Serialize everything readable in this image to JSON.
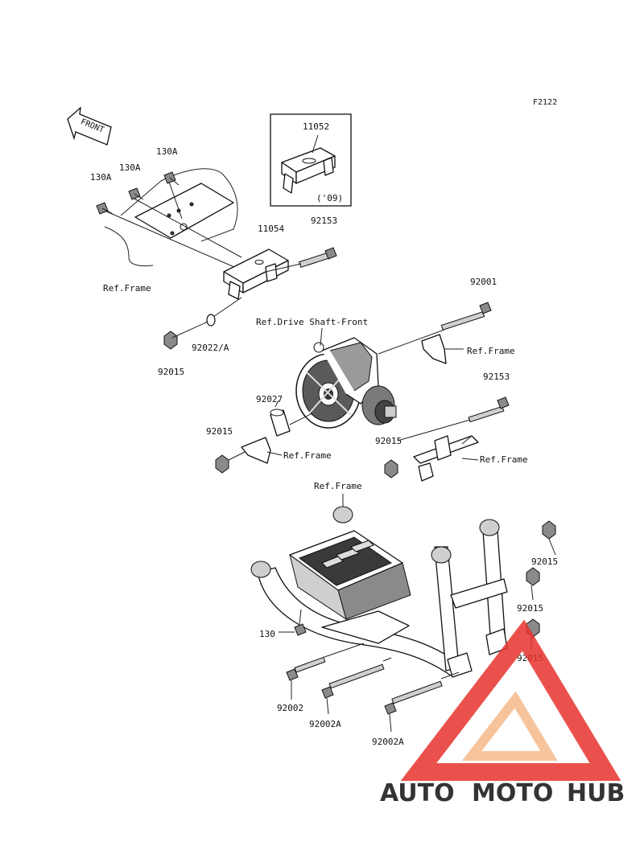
{
  "diagram": {
    "code": "F2122",
    "front_label": "FRONT",
    "inset_year": "('09)",
    "parts": [
      {
        "id": "p11052",
        "label": "11052"
      },
      {
        "id": "p130A_1",
        "label": "130A"
      },
      {
        "id": "p130A_2",
        "label": "130A"
      },
      {
        "id": "p130A_3",
        "label": "130A"
      },
      {
        "id": "p11054",
        "label": "11054"
      },
      {
        "id": "p92153_1",
        "label": "92153"
      },
      {
        "id": "p92001",
        "label": "92001"
      },
      {
        "id": "p92022A",
        "label": "92022/A"
      },
      {
        "id": "p92015_1",
        "label": "92015"
      },
      {
        "id": "p92027",
        "label": "92027"
      },
      {
        "id": "p92015_2",
        "label": "92015"
      },
      {
        "id": "p92153_2",
        "label": "92153"
      },
      {
        "id": "p92015_3",
        "label": "92015"
      },
      {
        "id": "p92015_4",
        "label": "92015"
      },
      {
        "id": "p92015_5",
        "label": "92015"
      },
      {
        "id": "p92015_6",
        "label": "92015"
      },
      {
        "id": "p130",
        "label": "130"
      },
      {
        "id": "p92002",
        "label": "92002"
      },
      {
        "id": "p92002A_1",
        "label": "92002A"
      },
      {
        "id": "p92002A_2",
        "label": "92002A"
      }
    ],
    "refs": [
      {
        "id": "r_frame_1",
        "label": "Ref.Frame"
      },
      {
        "id": "r_drive",
        "label": "Ref.Drive Shaft-Front"
      },
      {
        "id": "r_frame_2",
        "label": "Ref.Frame"
      },
      {
        "id": "r_frame_3",
        "label": "Ref.Frame"
      },
      {
        "id": "r_frame_4",
        "label": "Ref.Frame"
      },
      {
        "id": "r_frame_5",
        "label": "Ref.Frame"
      }
    ]
  },
  "watermark": {
    "part1": "AUTO",
    "part2": "MOTO",
    "part3": "HUB",
    "color_light": "#f5b98a",
    "color_red": "#e8332d",
    "color_grey": "#7a7a7a"
  }
}
